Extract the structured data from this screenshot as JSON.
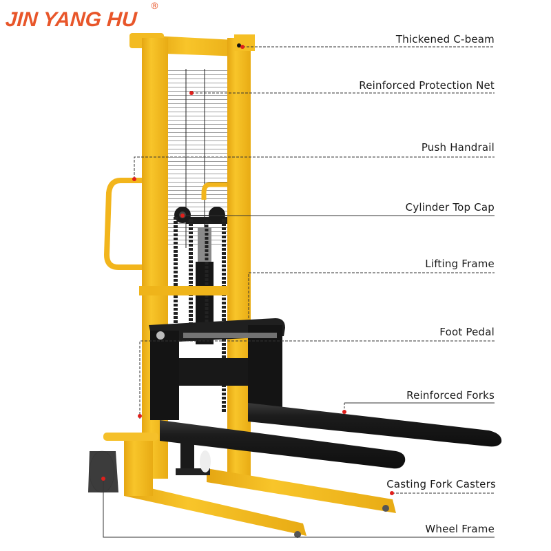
{
  "brand": {
    "name": "JIN YANG HU",
    "registered_mark": "®",
    "color": "#e8562a"
  },
  "product": {
    "type": "manual hydraulic pallet stacker",
    "frame_color": "#f2b81c",
    "fork_color": "#1b1b1b"
  },
  "callouts": [
    {
      "label": "Thickened C-beam",
      "line_style": "dashed"
    },
    {
      "label": "Reinforced Protection Net",
      "line_style": "dashed"
    },
    {
      "label": "Push Handrail",
      "line_style": "dashed"
    },
    {
      "label": "Cylinder Top Cap",
      "line_style": "solid"
    },
    {
      "label": "Lifting Frame",
      "line_style": "dashed"
    },
    {
      "label": "Foot Pedal",
      "line_style": "dashed"
    },
    {
      "label": "Reinforced Forks",
      "line_style": "solid"
    },
    {
      "label": "Casting Fork Casters",
      "line_style": "dashed"
    },
    {
      "label": "Wheel Frame",
      "line_style": "solid"
    }
  ],
  "colors": {
    "marker_dot": "#e0201c",
    "leader_line": "#333333",
    "text": "#1a1a1a"
  }
}
